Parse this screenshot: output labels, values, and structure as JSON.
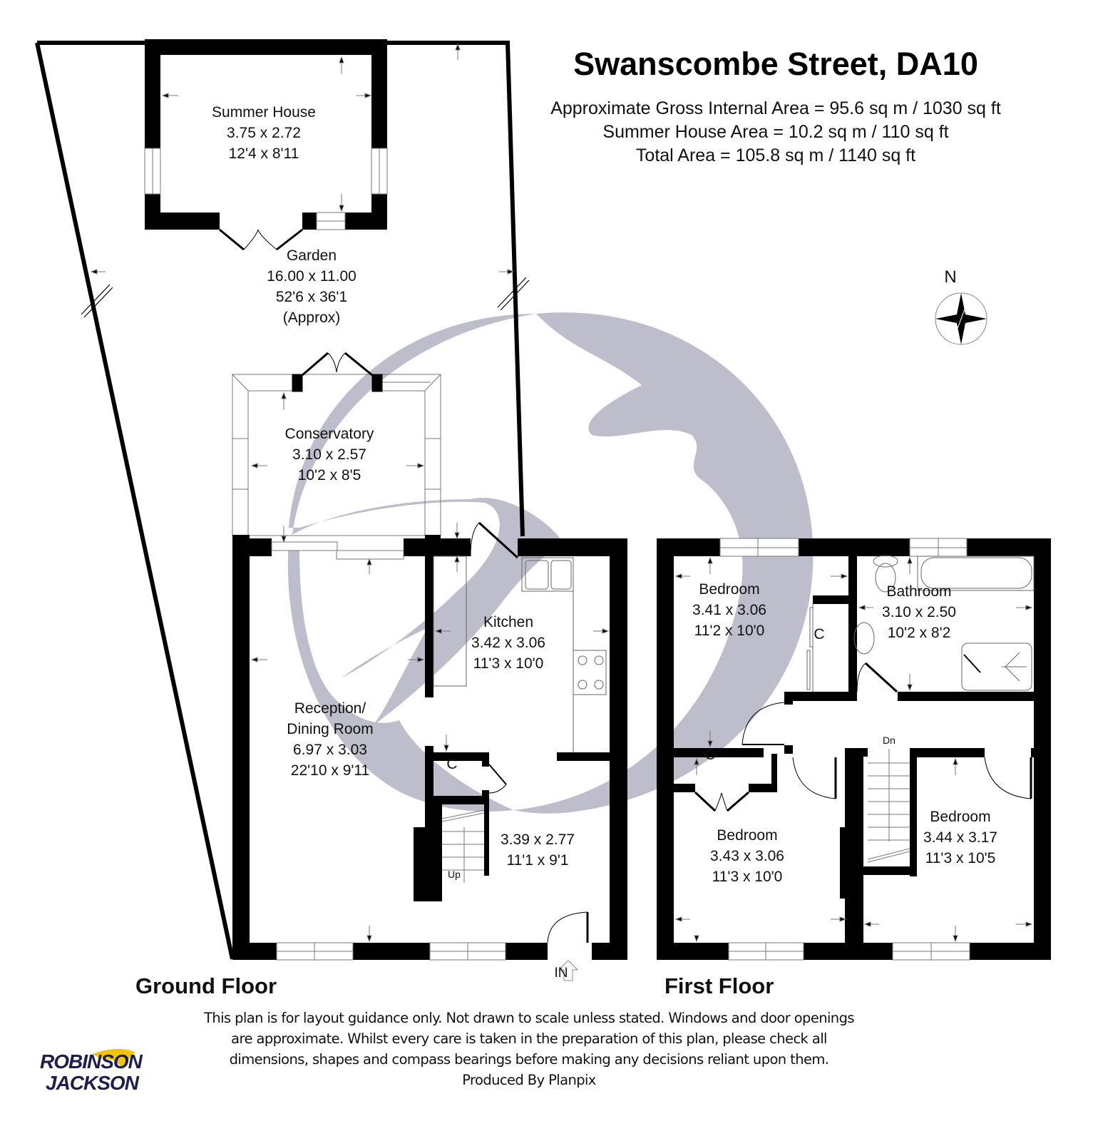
{
  "header": {
    "title": "Swanscombe Street, DA10",
    "areas": [
      "Approximate Gross Internal Area =  95.6 sq m / 1030 sq ft",
      "Summer House Area =  10.2 sq m / 110 sq ft",
      "Total Area = 105.8 sq m / 1140 sq ft"
    ]
  },
  "compass": {
    "label": "N",
    "icon": "compass-rose-icon"
  },
  "colors": {
    "wall": "#000000",
    "watermark": "#bebdcc",
    "logo_text": "#1f1d4d",
    "logo_bird": "#f5c400"
  },
  "ground_floor": {
    "label": "Ground Floor",
    "rooms": [
      {
        "name": "Summer House",
        "metric": "3.75 x 2.72",
        "imperial": "12'4 x 8'11"
      },
      {
        "name": "Garden",
        "metric": "16.00 x 11.00",
        "imperial": "52'6 x 36'1",
        "note": "(Approx)"
      },
      {
        "name": "Conservatory",
        "metric": "3.10 x 2.57",
        "imperial": "10'2 x 8'5"
      },
      {
        "name": "Kitchen",
        "metric": "3.42 x 3.06",
        "imperial": "11'3 x 10'0"
      },
      {
        "name": "Reception/",
        "name2": "Dining Room",
        "metric": "6.97 x 3.03",
        "imperial": "22'10 x 9'11"
      },
      {
        "name": "",
        "metric": "3.39 x 2.77",
        "imperial": "11'1 x 9'1"
      }
    ],
    "cupboard": "C",
    "stairs": "Up",
    "entrance": "IN"
  },
  "first_floor": {
    "label": "First Floor",
    "rooms": [
      {
        "name": "Bedroom",
        "metric": "3.41 x 3.06",
        "imperial": "11'2 x 10'0"
      },
      {
        "name": "Bathroom",
        "metric": "3.10 x 2.50",
        "imperial": "10'2 x 8'2"
      },
      {
        "name": "Bedroom",
        "metric": "3.43 x 3.06",
        "imperial": "11'3 x 10'0"
      },
      {
        "name": "Bedroom",
        "metric": "3.44 x 3.17",
        "imperial": "11'3 x 10'5"
      }
    ],
    "cupboards": [
      "C",
      "C"
    ],
    "stairs": "Dn"
  },
  "disclaimer": [
    "This plan is for layout guidance only. Not drawn to scale unless stated. Windows and door openings",
    "are approximate. Whilst every care is taken in the preparation of this plan, please check all",
    "dimensions, shapes and compass bearings before making any decisions reliant upon them.",
    "Produced By Planpix"
  ],
  "logo": {
    "line1": "ROBINSON",
    "line2": "JACKSON"
  }
}
